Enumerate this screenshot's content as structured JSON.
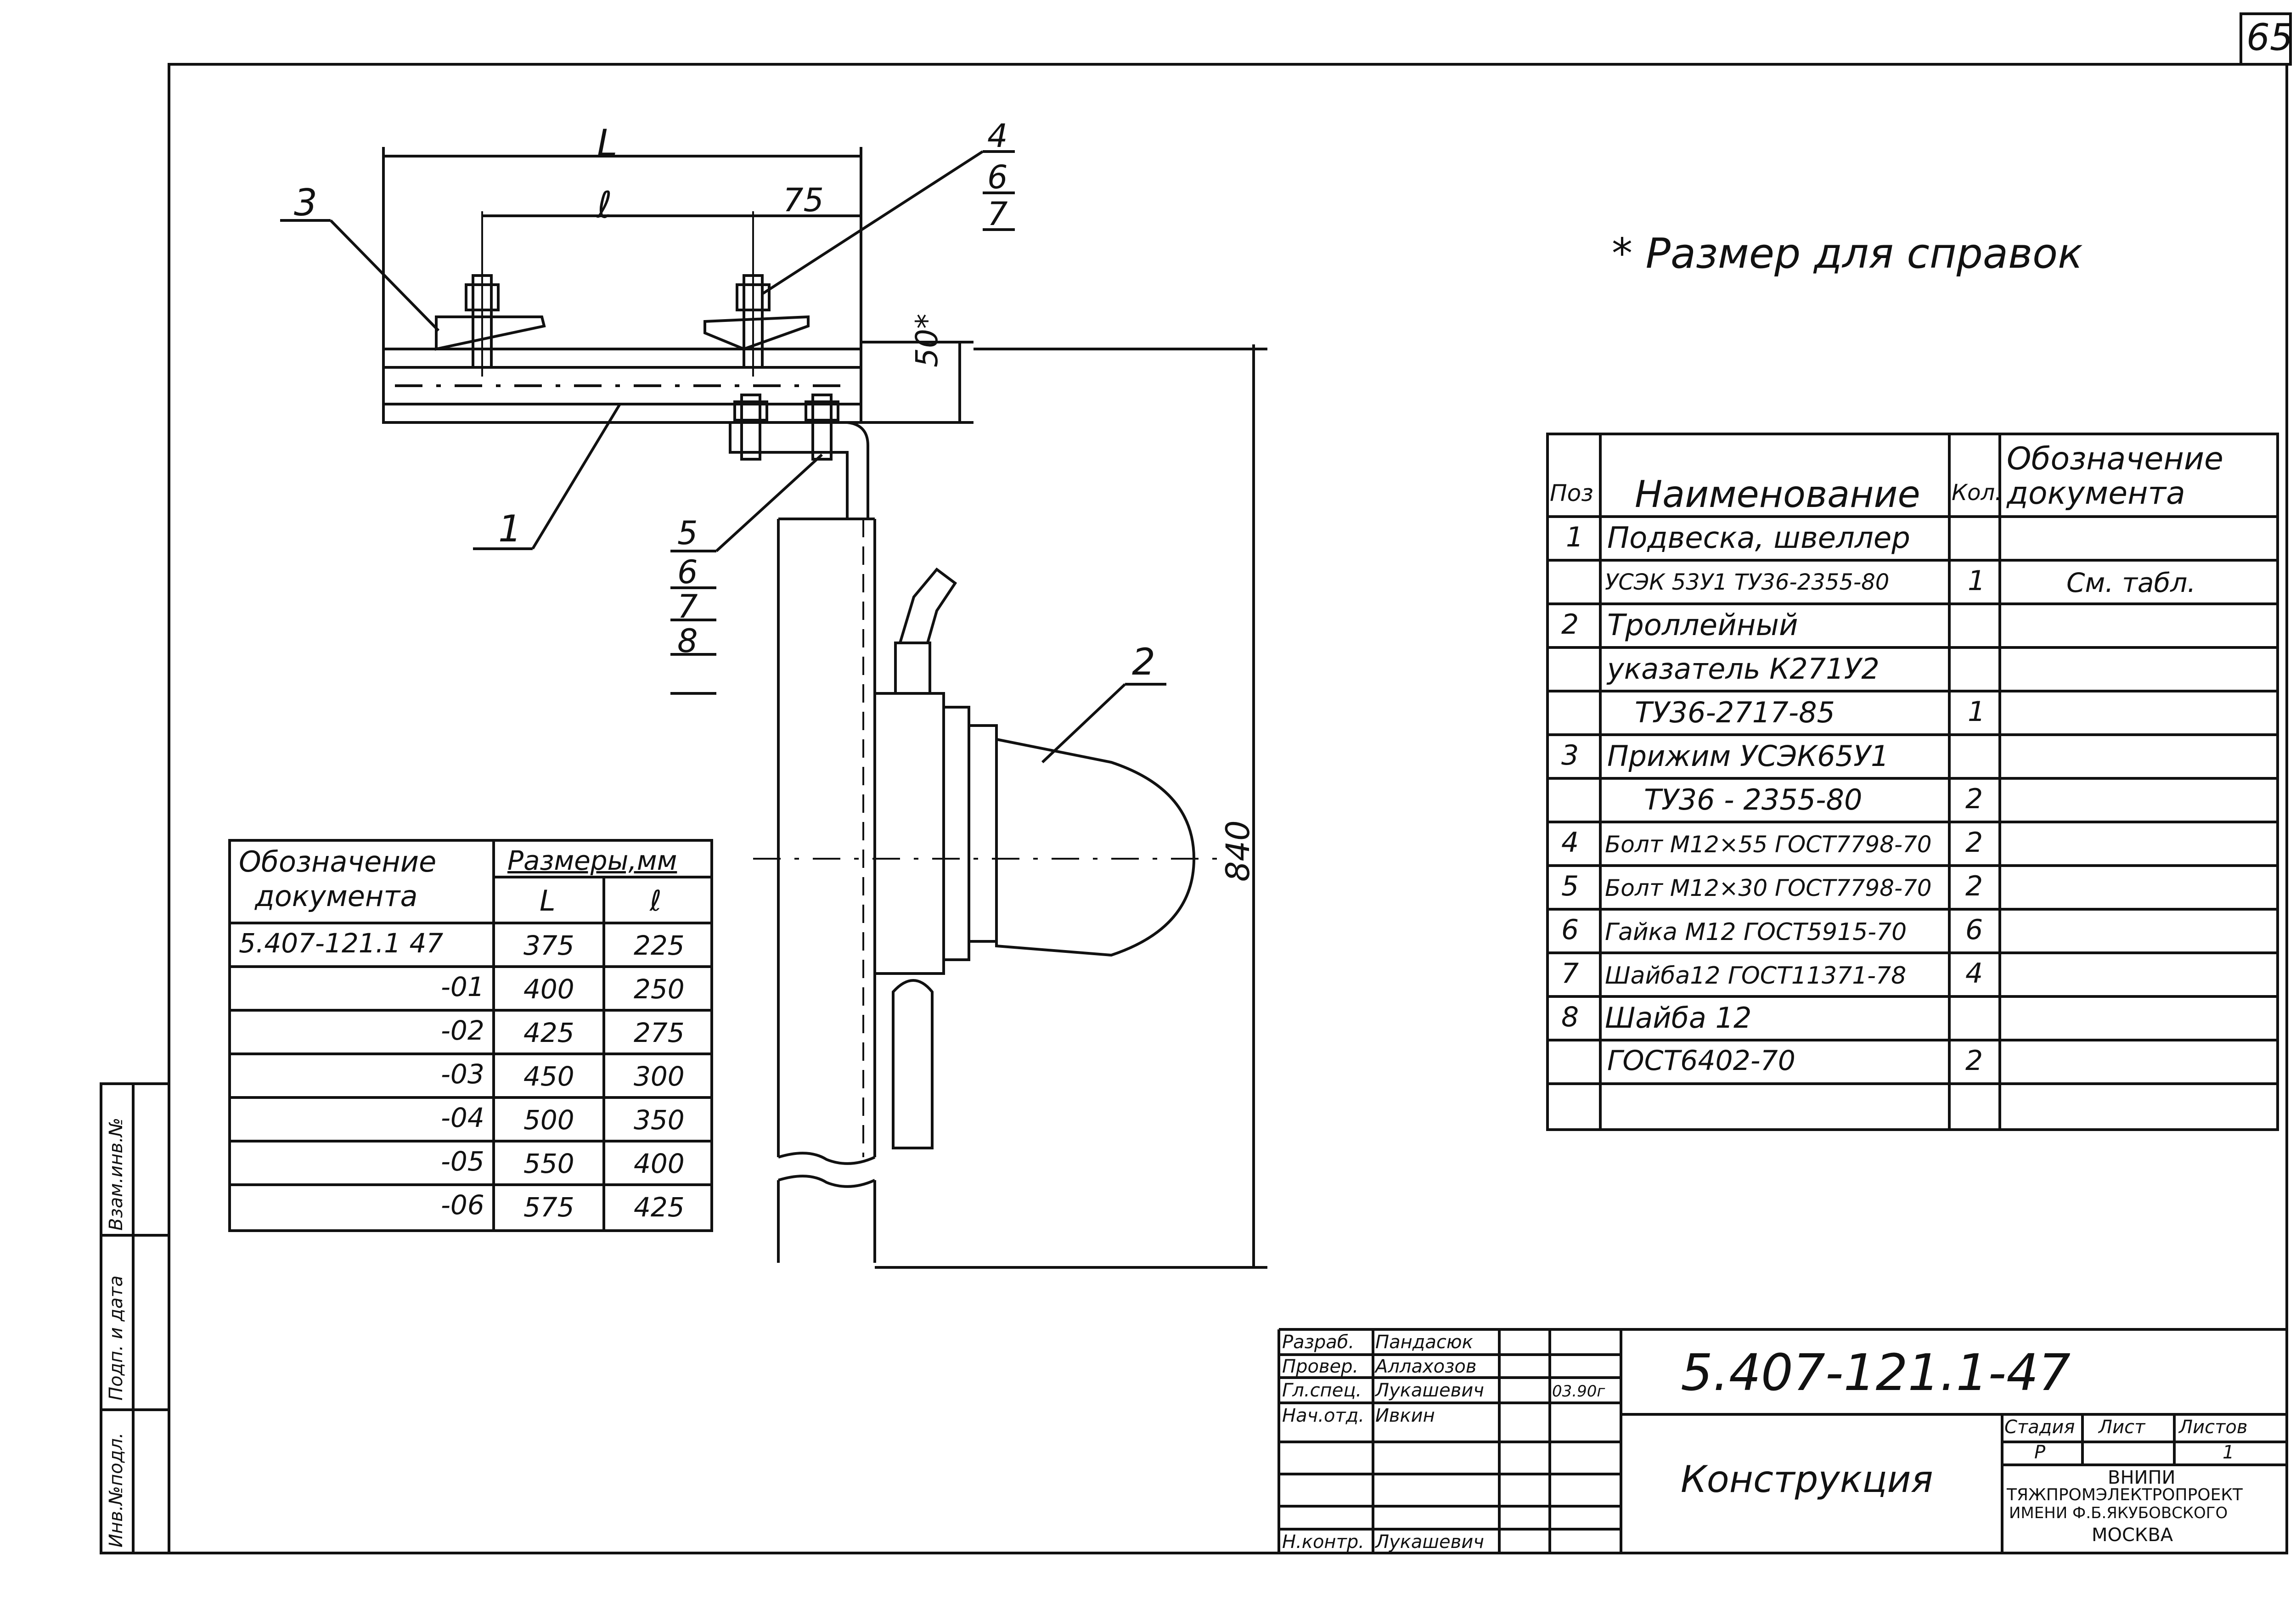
{
  "sheet_number": "65",
  "reference_note": "* Размер для справок",
  "drawing_labels": {
    "dim_L": "L",
    "dim_l": "ℓ",
    "dim_75": "75",
    "dim_50": "50*",
    "dim_840": "840",
    "pos_1": "1",
    "pos_2": "2",
    "pos_3": "3",
    "callout_top": [
      "4",
      "6",
      "7"
    ],
    "callout_left": [
      "5",
      "6",
      "7",
      "8"
    ]
  },
  "sizes_table": {
    "header_designation": [
      "Обозначение",
      "документа"
    ],
    "header_sizes": "Размеры,мм",
    "col_L": "L",
    "col_l": "ℓ",
    "rows": [
      {
        "designation": "5.407-121.1 47",
        "L": "375",
        "l": "225"
      },
      {
        "designation": "-01",
        "L": "400",
        "l": "250"
      },
      {
        "designation": "-02",
        "L": "425",
        "l": "275"
      },
      {
        "designation": "-03",
        "L": "450",
        "l": "300"
      },
      {
        "designation": "-04",
        "L": "500",
        "l": "350"
      },
      {
        "designation": "-05",
        "L": "550",
        "l": "400"
      },
      {
        "designation": "-06",
        "L": "575",
        "l": "425"
      }
    ]
  },
  "spec_table": {
    "headers": {
      "pos": "Поз",
      "name": "Наименование",
      "qty": "Кол.",
      "doc": [
        "Обозначение",
        "документа"
      ]
    },
    "rows": [
      {
        "pos": "1",
        "name": "Подвеска, швеллер",
        "qty": "",
        "doc": ""
      },
      {
        "pos": "",
        "name": "УСЭК 53У1 ТУ36-2355-80",
        "qty": "1",
        "doc": "См. табл."
      },
      {
        "pos": "2",
        "name": "Троллейный",
        "qty": "",
        "doc": ""
      },
      {
        "pos": "",
        "name": "указатель К271У2",
        "qty": "",
        "doc": ""
      },
      {
        "pos": "",
        "name": "ТУ36-2717-85",
        "qty": "1",
        "doc": ""
      },
      {
        "pos": "3",
        "name": "Прижим УСЭК65У1",
        "qty": "",
        "doc": ""
      },
      {
        "pos": "",
        "name": "ТУ36 - 2355-80",
        "qty": "2",
        "doc": ""
      },
      {
        "pos": "4",
        "name": "Болт М12×55 ГОСТ7798-70",
        "qty": "2",
        "doc": ""
      },
      {
        "pos": "5",
        "name": "Болт М12×30 ГОСТ7798-70",
        "qty": "2",
        "doc": ""
      },
      {
        "pos": "6",
        "name": "Гайка М12 ГОСТ5915-70",
        "qty": "6",
        "doc": ""
      },
      {
        "pos": "7",
        "name": "Шайба12 ГОСТ11371-78",
        "qty": "4",
        "doc": ""
      },
      {
        "pos": "8",
        "name": "Шайба 12",
        "qty": "",
        "doc": ""
      },
      {
        "pos": "",
        "name": "ГОСТ6402-70",
        "qty": "2",
        "doc": ""
      },
      {
        "pos": "",
        "name": "",
        "qty": "",
        "doc": ""
      }
    ]
  },
  "title_block": {
    "document_code": "5.407-121.1-47",
    "document_title": "Конструкция",
    "signatures": [
      {
        "role": "Разраб.",
        "name": "Пандасюк",
        "date": ""
      },
      {
        "role": "Провер.",
        "name": "Аллахозов",
        "date": ""
      },
      {
        "role": "Гл.спец.",
        "name": "Лукашевич",
        "date": "03.90г"
      },
      {
        "role": "Нач.отд.",
        "name": "Ивкин",
        "date": ""
      },
      {
        "role": "",
        "name": "",
        "date": ""
      },
      {
        "role": "",
        "name": "",
        "date": ""
      },
      {
        "role": "Н.контр.",
        "name": "Лукашевич",
        "date": ""
      }
    ],
    "stage_label": "Стадия",
    "sheet_label": "Лист",
    "sheets_label": "Листов",
    "stage_value": "Р",
    "sheets_value": "1",
    "organization": [
      "ВНИПИ",
      "ТЯЖПРОМЭЛЕКТРОПРОЕКТ",
      "ИМЕНИ Ф.Б.ЯКУБОВСКОГО",
      "МОСКВА"
    ]
  },
  "side_stamp": [
    "Инв.№подл.",
    "Подп. и дата",
    "Взам.инв.№"
  ]
}
